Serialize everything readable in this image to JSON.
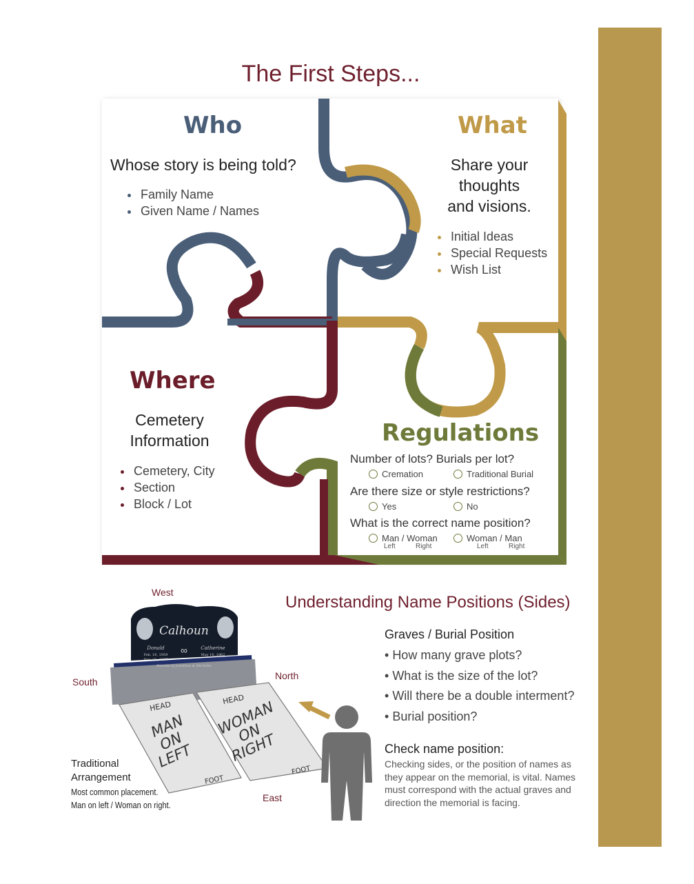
{
  "page": {
    "title": "The First Steps..."
  },
  "colors": {
    "who": "#4a5e78",
    "what": "#c09a48",
    "where": "#6b1d2a",
    "regulations": "#6e7a3a",
    "sidebar": "#b8974f"
  },
  "who": {
    "title": "Who",
    "question": "Whose story is being told?",
    "items": [
      "Family Name",
      "Given Name / Names"
    ]
  },
  "what": {
    "title": "What",
    "question_lines": [
      "Share your",
      "thoughts",
      "and visions."
    ],
    "items": [
      "Initial Ideas",
      "Special Requests",
      "Wish List"
    ]
  },
  "where": {
    "title": "Where",
    "question_lines": [
      "Cemetery",
      "Information"
    ],
    "items": [
      "Cemetery, City",
      "Section",
      "Block / Lot"
    ]
  },
  "regulations": {
    "title": "Regulations",
    "q1": "Number of lots?  Burials per lot?",
    "q1_options": [
      "Cremation",
      "Traditional Burial"
    ],
    "q2": "Are there size or style restrictions?",
    "q2_options": [
      "Yes",
      "No"
    ],
    "q3": "What is the correct name position?",
    "q3_options": [
      {
        "label": "Man / Woman",
        "left": "Left",
        "right": "Right"
      },
      {
        "label": "Woman / Man",
        "left": "Left",
        "right": "Right"
      }
    ]
  },
  "diagram": {
    "west": "West",
    "south": "South",
    "north": "North",
    "east": "East",
    "stone_name": "Calhoun",
    "stone_left_name": "Donald",
    "stone_left_dates": [
      "Feb. 16, 1959",
      "Nov. 21, 1997"
    ],
    "stone_right_name": "Catherine",
    "stone_right_dates": [
      "May 16, 1962"
    ],
    "stone_footer": "Parents of Jonathan & Michelle",
    "plot_left": {
      "head": "HEAD",
      "lines": [
        "MAN",
        "ON",
        "LEFT"
      ],
      "foot": "FOOT"
    },
    "plot_right": {
      "head": "HEAD",
      "lines": [
        "WOMAN",
        "ON",
        "RIGHT"
      ],
      "foot": "FOOT"
    },
    "traditional": [
      "Traditional",
      "Arrangement"
    ],
    "traditional_note": [
      "Most common placement.",
      "Man on left / Woman on right."
    ]
  },
  "name_positions": {
    "title": "Understanding Name Positions (Sides)",
    "graves_title": "Graves / Burial Position",
    "graves_items": [
      "How many grave plots?",
      "What is the size of the lot?",
      "Will there be a double interment?",
      "Burial position?"
    ],
    "check_title": "Check name position:",
    "check_text": "Checking sides, or the position of names as they appear on the memorial, is vital. Names must correspond with the actual graves and direction the memorial is facing."
  }
}
